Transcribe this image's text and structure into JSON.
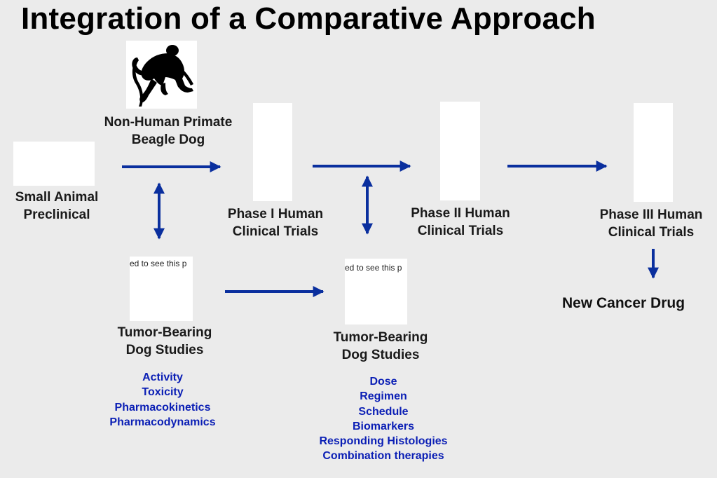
{
  "title": "Integration of a Comparative Approach",
  "colors": {
    "background": "#ebebeb",
    "arrow": "#0a2f9e",
    "list_text": "#0b1fb5"
  },
  "nodes": {
    "small_animal": {
      "line1": "Small Animal",
      "line2": "Preclinical"
    },
    "primate": {
      "line1": "Non-Human Primate",
      "line2": "Beagle Dog",
      "icon": "monkey-icon"
    },
    "phase1": {
      "line1": "Phase I Human",
      "line2": "Clinical Trials"
    },
    "phase2": {
      "line1": "Phase II Human",
      "line2": "Clinical Trials"
    },
    "phase3": {
      "line1": "Phase III Human",
      "line2": "Clinical Trials"
    },
    "tumor1": {
      "line1": "Tumor-Bearing",
      "line2": "Dog Studies",
      "placeholder": "ed to see this p"
    },
    "tumor2": {
      "line1": "Tumor-Bearing",
      "line2": "Dog Studies",
      "placeholder": "ed to see this p"
    },
    "new_drug": "New Cancer Drug"
  },
  "tumor1_list": [
    "Activity",
    "Toxicity",
    "Pharmacokinetics",
    "Pharmacodynamics"
  ],
  "tumor2_list": [
    "Dose",
    "Regimen",
    "Schedule",
    "Biomarkers",
    "Responding Histologies",
    "Combination therapies"
  ]
}
